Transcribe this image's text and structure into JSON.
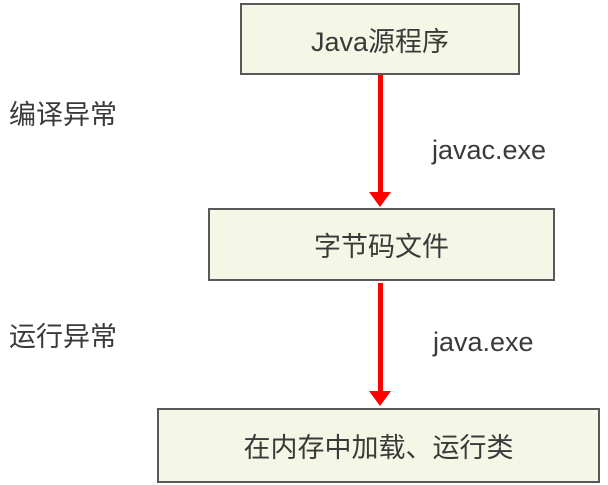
{
  "diagram": {
    "boxes": [
      {
        "label": "Java源程序"
      },
      {
        "label": "字节码文件"
      },
      {
        "label": "在内存中加载、运行类"
      }
    ],
    "flows": [
      {
        "exception_label": "编译异常",
        "tool_label": "javac.exe"
      },
      {
        "exception_label": "运行异常",
        "tool_label": "java.exe"
      }
    ],
    "colors": {
      "box_fill": "#f4f7e6",
      "box_border": "#595959",
      "arrow": "#fe0000",
      "text": "#3a3a3a",
      "background": "#ffffff"
    }
  }
}
